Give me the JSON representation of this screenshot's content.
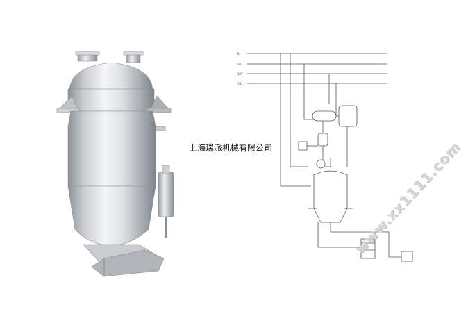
{
  "caption": "上海瑞派机械有限公司",
  "watermark": "www.xx1111.com",
  "diagram": {
    "line_labels": [
      "K",
      "S01",
      "S07",
      "Y01"
    ],
    "line_color": "#555555"
  },
  "colors": {
    "steel_light": "#e8eaec",
    "steel_dark": "#8d9298",
    "watermark": "#d7d7d7"
  }
}
